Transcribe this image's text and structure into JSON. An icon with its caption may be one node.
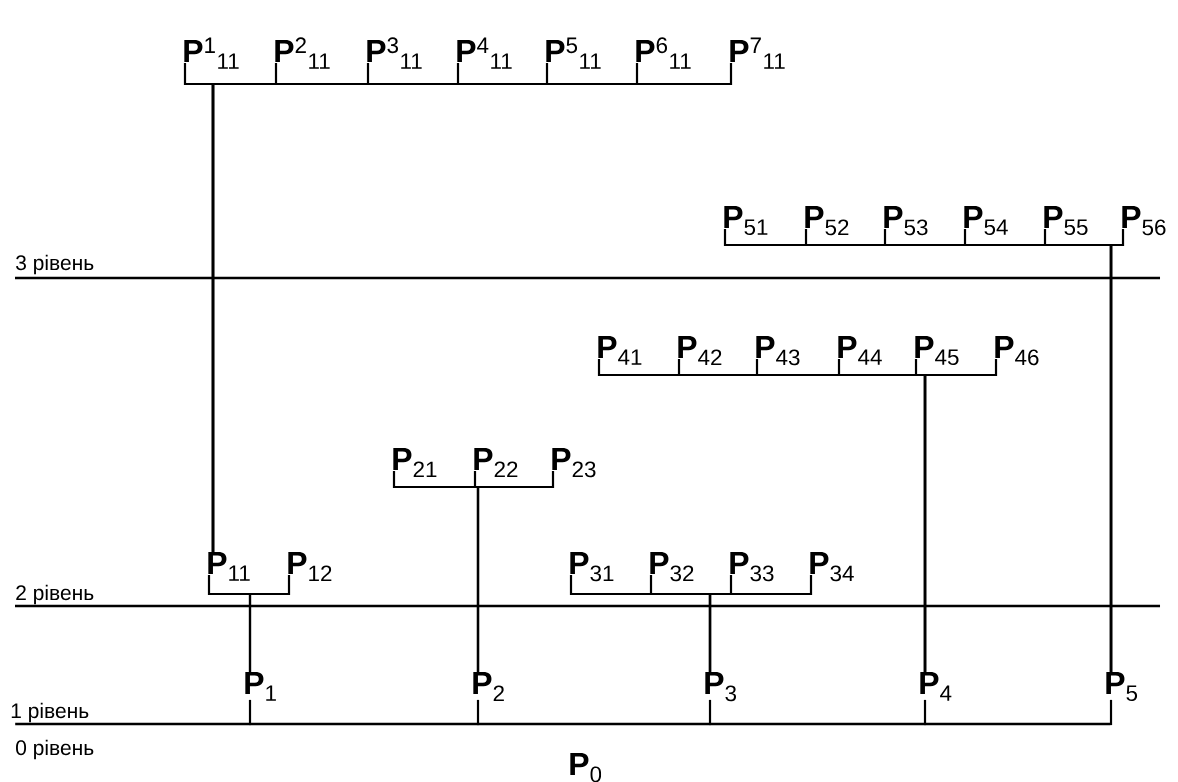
{
  "diagram": {
    "nodes": [
      {
        "text": [
          "**P**$^{1}$$_{11}$"
        ]
      },
      {
        "text": [
          "**P**$^{2}$$_{11}$"
        ]
      },
      {
        "text": [
          "**P**$^{3}$$_{11}$"
        ]
      },
      {
        "text": [
          "**P**$^{4}$$_{11}$"
        ]
      },
      {
        "text": [
          "**P**$^{5}$$_{11}$"
        ]
      },
      {
        "text": [
          "**P**$^{6}$$_{11}$"
        ]
      },
      {
        "text": [
          "**P**$^{7}$$_{11}$"
        ]
      },
      {
        "text": [
          "**P**$_{51}$"
        ]
      },
      {
        "text": [
          "**P**$_{52}$"
        ]
      },
      {
        "text": [
          "**P**$_{53}$"
        ]
      },
      {
        "text": [
          "**P**$_{54}$"
        ]
      },
      {
        "text": [
          "**P**$_{55}$"
        ]
      },
      {
        "text": [
          "**P**$_{56}$"
        ]
      },
      {
        "text": [
          "**P**$_{41}$"
        ]
      },
      {
        "text": [
          "**P**$_{42}$"
        ]
      },
      {
        "text": [
          "**P**$_{43}$"
        ]
      },
      {
        "text": [
          "**P**$_{44}$"
        ]
      },
      {
        "text": [
          "**P**$_{45}$"
        ]
      },
      {
        "text": [
          "**P**$_{46}$"
        ]
      },
      {
        "text": [
          "**P**$_{21}$"
        ]
      },
      {
        "text": [
          "**P**$_{22}$"
        ]
      },
      {
        "text": [
          "**P**$_{23}$"
        ]
      },
      {
        "text": [
          "**P**$_{11}$"
        ]
      },
      {
        "text": [
          "**P**$_{12}$"
        ]
      },
      {
        "text": [
          "**P**$_{31}$"
        ]
      },
      {
        "text": [
          "**P**$_{32}$"
        ]
      },
      {
        "text": [
          "**P**$_{33}$"
        ]
      },
      {
        "text": [
          "**P**$_{34}$"
        ]
      },
      {
        "text": [
          "**P**$_{1}$"
        ]
      },
      {
        "text": [
          "**P**$_{2}$"
        ]
      },
      {
        "text": [
          "**P**$_{3}$"
        ]
      },
      {
        "text": [
          "**P**$_{4}$"
        ]
      },
      {
        "text": [
          "**P**$_{5}$"
        ]
      },
      {
        "text": [],
        "shape": "bar"
      },
      {
        "text": [
          "**P**$_{0}$"
        ]
      }
    ],
    "edges": [
      {
        "from": 22,
        "to": 0,
        "arrow": "none"
      },
      {
        "from": 22,
        "to": 1,
        "arrow": "none"
      },
      {
        "from": 22,
        "to": 2,
        "arrow": "none"
      },
      {
        "from": 22,
        "to": 3,
        "arrow": "none"
      },
      {
        "from": 22,
        "to": 4,
        "arrow": "none"
      },
      {
        "from": 22,
        "to": 5,
        "arrow": "none"
      },
      {
        "from": 22,
        "to": 6,
        "arrow": "none"
      },
      {
        "from": 32,
        "to": 7,
        "arrow": "none"
      },
      {
        "from": 32,
        "to": 8,
        "arrow": "none"
      },
      {
        "from": 32,
        "to": 9,
        "arrow": "none"
      },
      {
        "from": 32,
        "to": 10,
        "arrow": "none"
      },
      {
        "from": 32,
        "to": 11,
        "arrow": "none"
      },
      {
        "from": 32,
        "to": 12,
        "arrow": "none"
      },
      {
        "from": 31,
        "to": 13,
        "arrow": "none"
      },
      {
        "from": 31,
        "to": 14,
        "arrow": "none"
      },
      {
        "from": 31,
        "to": 15,
        "arrow": "none"
      },
      {
        "from": 31,
        "to": 16,
        "arrow": "none"
      },
      {
        "from": 31,
        "to": 17,
        "arrow": "none"
      },
      {
        "from": 31,
        "to": 18,
        "arrow": "none"
      },
      {
        "from": 29,
        "to": 19,
        "arrow": "none"
      },
      {
        "from": 29,
        "to": 20,
        "arrow": "none"
      },
      {
        "from": 29,
        "to": 21,
        "arrow": "none"
      },
      {
        "from": 28,
        "to": 22,
        "arrow": "none"
      },
      {
        "from": 28,
        "to": 23,
        "arrow": "none"
      },
      {
        "from": 30,
        "to": 24,
        "arrow": "none"
      },
      {
        "from": 30,
        "to": 25,
        "arrow": "none"
      },
      {
        "from": 30,
        "to": 26,
        "arrow": "none"
      },
      {
        "from": 30,
        "to": 27,
        "arrow": "none"
      },
      {
        "from": 33,
        "to": 28,
        "arrow": "none"
      },
      {
        "from": 33,
        "to": 29,
        "arrow": "none"
      },
      {
        "from": 33,
        "to": 30,
        "arrow": "none"
      },
      {
        "from": 33,
        "to": 31,
        "arrow": "none"
      },
      {
        "from": 33,
        "to": 32,
        "arrow": "none"
      }
    ],
    "labels": [
      "3 рівень",
      "2 рівень",
      "1 рівень",
      "0 рівень"
    ]
  }
}
